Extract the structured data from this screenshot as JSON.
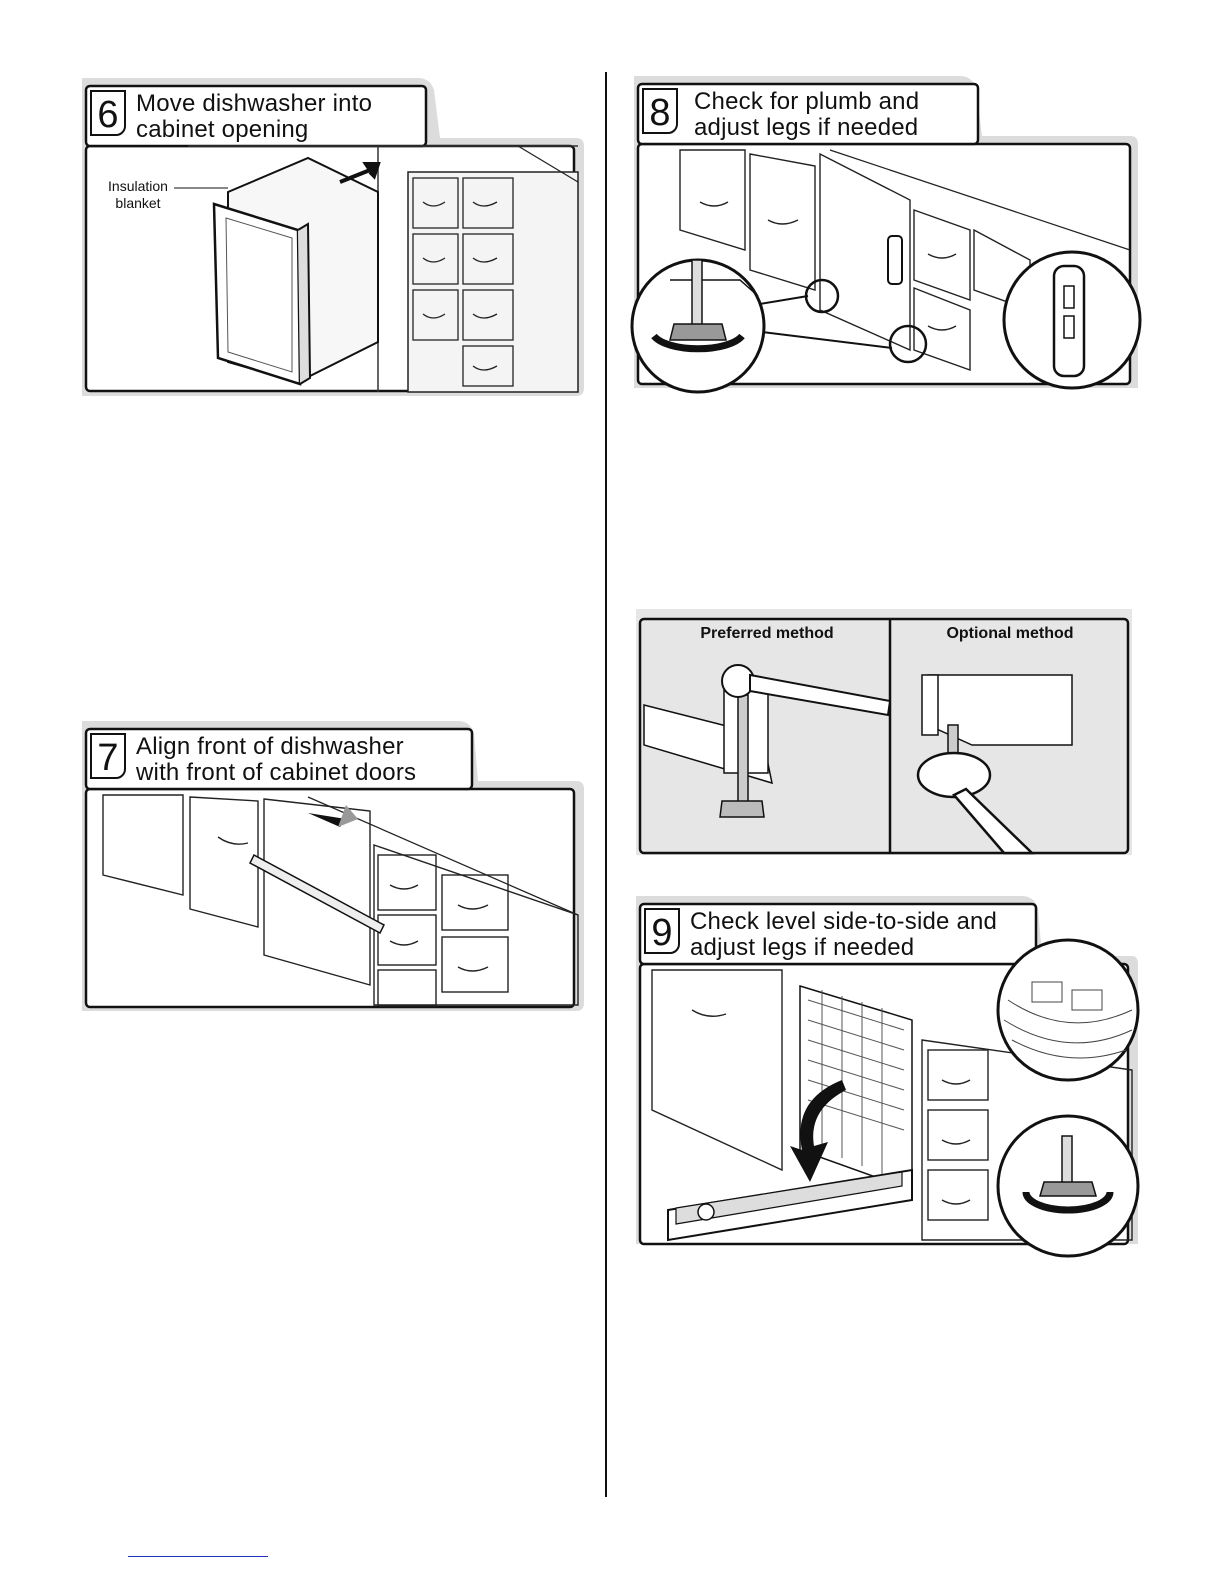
{
  "steps": [
    {
      "number": "6",
      "title": "Move dishwasher into\ncabinet opening",
      "callout": "Insulation\nblanket"
    },
    {
      "number": "7",
      "title": "Align front of dishwasher\nwith front of cabinet doors"
    },
    {
      "number": "8",
      "title": "Check for plumb and\nadjust legs if needed"
    },
    {
      "number": "9",
      "title": "Check level side-to-side and\nadjust legs if needed"
    }
  ],
  "methods": {
    "preferred": "Preferred method",
    "optional": "Optional method"
  },
  "colors": {
    "panel_bg": "#e6e6e6",
    "line": "#111111",
    "accent": "#1a1a1a"
  }
}
